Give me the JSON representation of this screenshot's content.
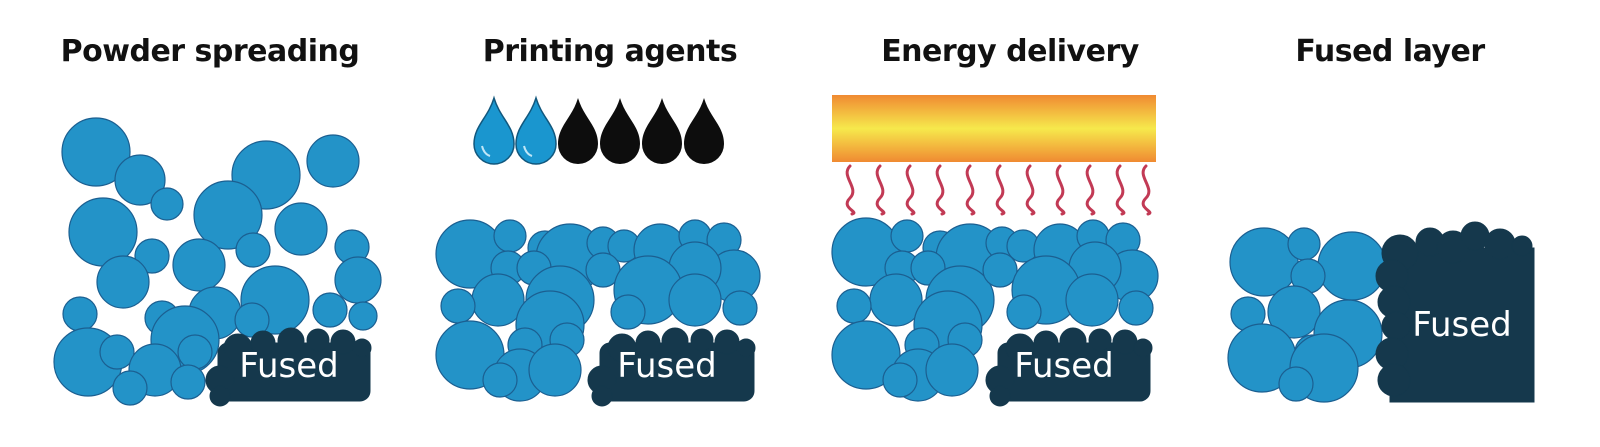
{
  "panels": [
    {
      "title": "Powder spreading",
      "fused_label": "Fused"
    },
    {
      "title": "Printing agents",
      "fused_label": "Fused"
    },
    {
      "title": "Energy delivery",
      "fused_label": "Fused"
    },
    {
      "title": "Fused layer",
      "fused_label": "Fused"
    }
  ],
  "agent_drops": [
    "blue",
    "blue",
    "black",
    "black",
    "black",
    "black"
  ],
  "colors": {
    "particle": "#2393c8",
    "particle_outline": "#1b5f91",
    "fused": "#15384c",
    "ink_blue": "#1a96cf",
    "ink_black": "#0d0d0d",
    "heat_top": "#f08a32",
    "heat_mid": "#f6e94c",
    "wave": "#c23a55"
  }
}
